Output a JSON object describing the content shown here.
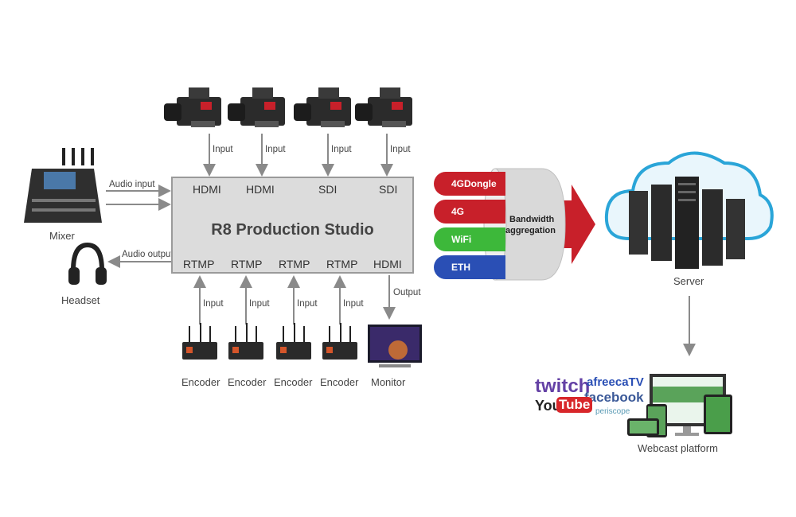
{
  "studio": {
    "title": "R8 Production Studio",
    "inputs": [
      "HDMI",
      "HDMI",
      "SDI",
      "SDI"
    ],
    "outputs": [
      "RTMP",
      "RTMP",
      "RTMP",
      "RTMP",
      "HDMI"
    ]
  },
  "arrows": {
    "input": "Input",
    "output": "Output",
    "audio_input": "Audio input",
    "audio_output": "Audio output"
  },
  "devices": {
    "mixer": "Mixer",
    "headset": "Headset",
    "encoders": [
      "Encoder",
      "Encoder",
      "Encoder",
      "Encoder"
    ],
    "monitor": "Monitor",
    "server": "Server",
    "webcast": "Webcast platform"
  },
  "aggregation": {
    "links": [
      "4GDongle",
      "4G",
      "WiFi",
      "ETH"
    ],
    "label_line1": "Bandwidth",
    "label_line2": "aggregation",
    "colors": [
      "#c8202a",
      "#c8202a",
      "#3db83a",
      "#2a4fb5"
    ]
  },
  "platforms": {
    "twitch": "twitch",
    "afreeca": "afreecaTV",
    "facebook": "facebook",
    "youtube_you": "You",
    "youtube_tube": "Tube",
    "periscope": "periscope"
  }
}
